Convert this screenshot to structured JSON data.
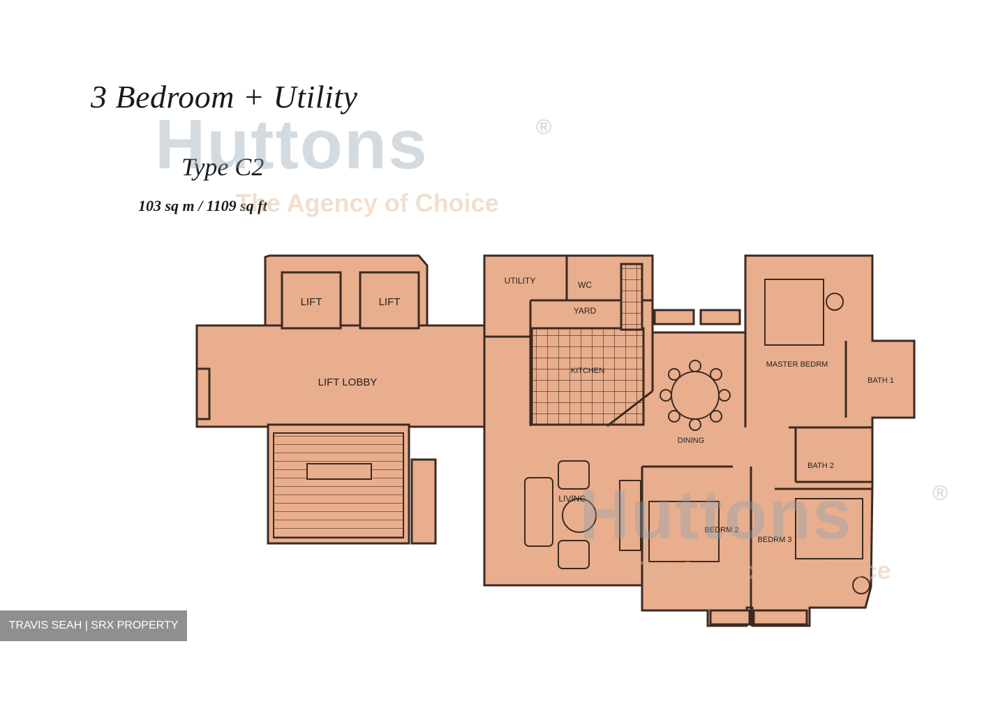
{
  "plan": {
    "title": "3 Bedroom + Utility",
    "type": "Type C2",
    "area": "103 sq m / 1109 sq ft"
  },
  "watermark": {
    "brand": "Huttons",
    "registered": "®",
    "tagline": "The Agency of Choice"
  },
  "rooms": {
    "lift_1": "LIFT",
    "lift_2": "LIFT",
    "lift_lobby": "LIFT LOBBY",
    "utility": "UTILITY",
    "wc": "WC",
    "yard": "YARD",
    "kitchen": "KITCHEN",
    "dining": "DINING",
    "living": "LIVING",
    "master_bedroom": "MASTER BEDRM",
    "master_bath": "BATH 1",
    "bath_2": "BATH 2",
    "bedroom_2": "BEDRM 2",
    "bedroom_3": "BEDRM 3"
  },
  "credit": "TRAVIS SEAH | SRX PROPERTY",
  "colors": {
    "floor_fill": "#E9AE8D",
    "wall_stroke": "#3a2a22",
    "watermark_grey": "#8CA0AF",
    "credit_bg": "#8F8F8F"
  }
}
